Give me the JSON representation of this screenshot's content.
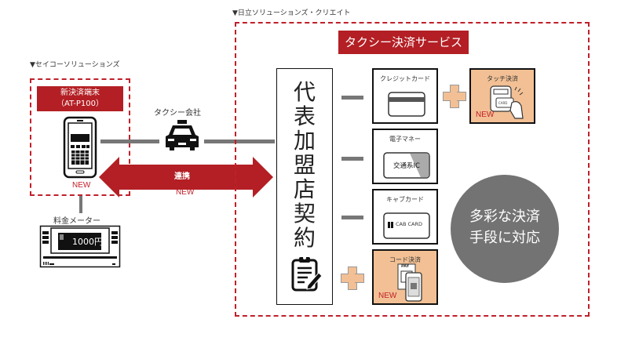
{
  "left_section": {
    "company_label": "▼セイコーソリューションズ",
    "terminal_title_line1": "新決済端末",
    "terminal_title_line2": "（AT-P100）",
    "terminal_new": "NEW",
    "meter_label": "料金メーター",
    "meter_display": "1000円"
  },
  "middle": {
    "taxi_company_label": "タクシー会社",
    "link_label": "連携",
    "link_new": "NEW"
  },
  "right_section": {
    "company_label": "▼日立ソリューションズ・クリエイト",
    "service_title": "タクシー決済サービス",
    "contract_label": "代表加盟店契約",
    "contract_chars": [
      "代",
      "表",
      "加",
      "盟",
      "店",
      "契",
      "約"
    ],
    "payments": [
      {
        "label": "クレジットカード",
        "new": false
      },
      {
        "label": "電子マネー",
        "card_text": "交通系IC",
        "new": false
      },
      {
        "label": "キャブカード",
        "card_text": "CAB CARD",
        "new": false
      },
      {
        "label": "コード決済",
        "card_text": "PAY",
        "new": true,
        "new_label": "NEW"
      }
    ],
    "extra_payment": {
      "label": "タッチ決済",
      "card_text": "CARD",
      "new": true,
      "new_label": "NEW"
    },
    "circle_line1": "多彩な決済",
    "circle_line2": "手段に対応"
  },
  "colors": {
    "brand_red": "#b31f24",
    "accent_orange": "#f2c094",
    "connector_gray": "#777777",
    "circle_gray": "#737373"
  }
}
